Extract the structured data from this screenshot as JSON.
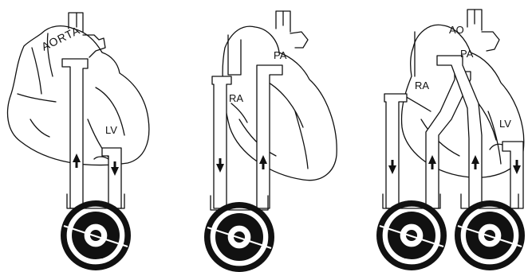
{
  "panels": [
    {
      "id": "left-ventricular-bypass",
      "labels": {
        "aorta": "AORTA",
        "lv": "LV"
      }
    },
    {
      "id": "right-ventricular-bypass",
      "labels": {
        "ra": "RA",
        "pa": "PA"
      }
    },
    {
      "id": "biventricular-bypass",
      "labels": {
        "ao": "AO",
        "pa": "PA",
        "ra": "RA",
        "lv": "LV"
      }
    }
  ]
}
